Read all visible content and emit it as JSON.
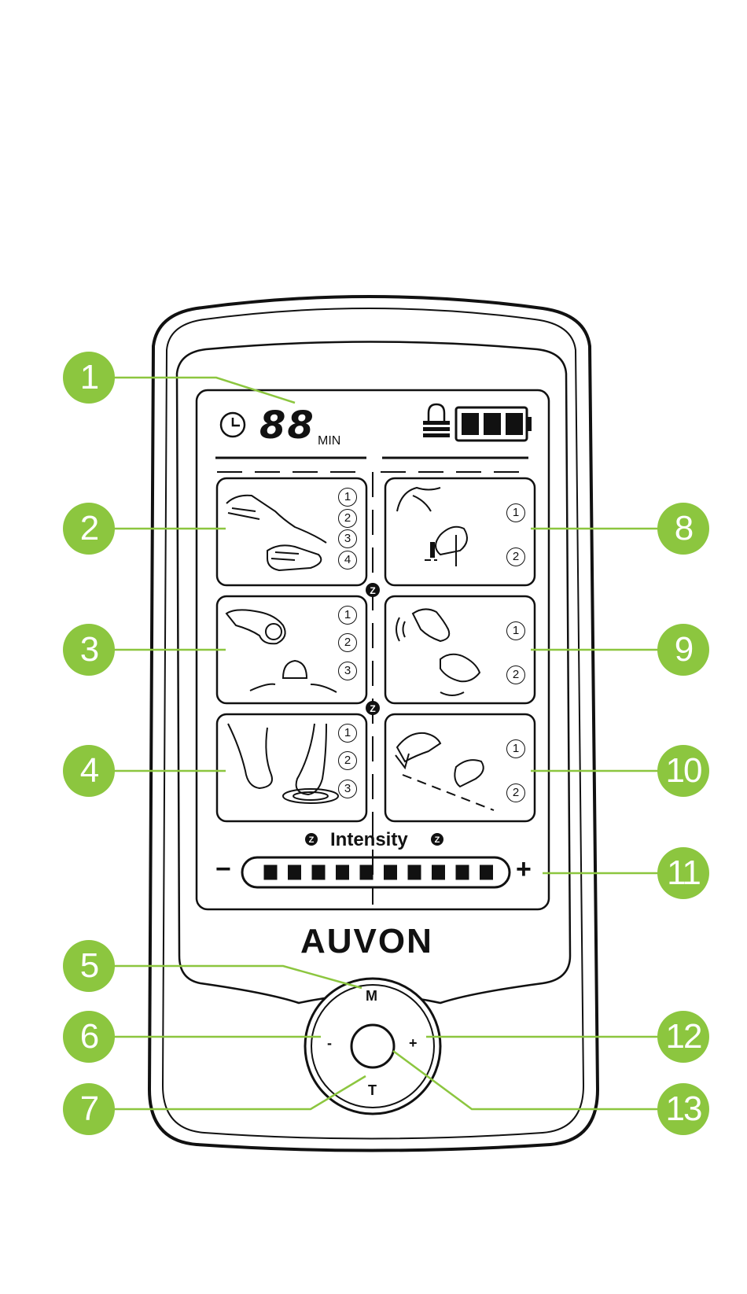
{
  "device": {
    "timer_digits": "88",
    "timer_unit": "MIN",
    "brand": "AUVON",
    "intensity_label": "Intensity",
    "intensity_minus": "−",
    "intensity_plus": "+",
    "intensity_level": 10,
    "intensity_max": 10,
    "battery_level": 3,
    "battery_max": 3,
    "buttons": {
      "mode": "M",
      "minus": "-",
      "plus": "+",
      "timer": "T"
    }
  },
  "modes": [
    {
      "options": [
        "1",
        "2",
        "3",
        "4"
      ]
    },
    {
      "options": [
        "1",
        "2",
        "3"
      ]
    },
    {
      "options": [
        "1",
        "2",
        "3"
      ]
    },
    {
      "options": [
        "1",
        "2"
      ]
    },
    {
      "options": [
        "1",
        "2"
      ]
    },
    {
      "options": [
        "1",
        "2"
      ]
    }
  ],
  "callouts": [
    "1",
    "2",
    "3",
    "4",
    "5",
    "6",
    "7",
    "8",
    "9",
    "10",
    "11",
    "12",
    "13"
  ],
  "colors": {
    "callout": "#8cc63f",
    "outline": "#111111",
    "background": "#ffffff"
  }
}
